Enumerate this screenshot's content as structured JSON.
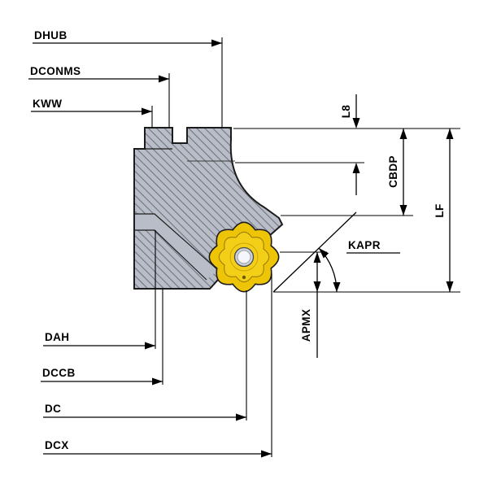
{
  "diagram": {
    "labels": {
      "dhub": "DHUB",
      "dconms": "DCONMS",
      "kww": "KWW",
      "l8": "L8",
      "cbdp": "CBDP",
      "lf": "LF",
      "kapr": "KAPR",
      "apmx": "APMX",
      "dah": "DAH",
      "dccb": "DCCB",
      "dc": "DC",
      "dcx": "DCX"
    },
    "colors": {
      "background": "#ffffff",
      "body_fill": "#b9bdc7",
      "hatch_line": "#70747e",
      "outline": "#1c1c1c",
      "dimension_line": "#000000",
      "insert_fill": "#eec407",
      "insert_inner_fill": "#f3cf18",
      "insert_detail": "#9a7c06",
      "hole_rim": "#ced3da",
      "hole_center": "#f4f6f9"
    }
  }
}
